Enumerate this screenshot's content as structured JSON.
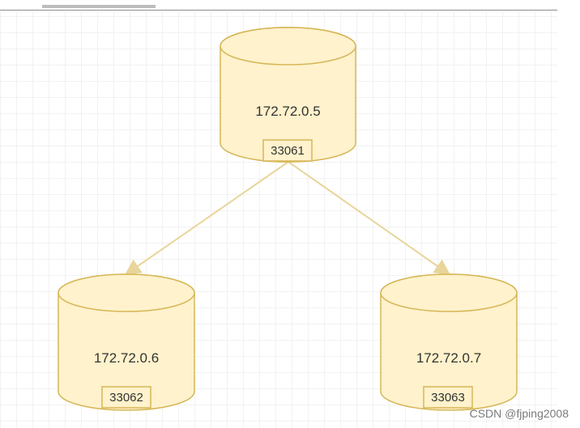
{
  "diagram": {
    "nodes": [
      {
        "id": "primary",
        "ip": "172.72.0.5",
        "port": "33061"
      },
      {
        "id": "replica1",
        "ip": "172.72.0.6",
        "port": "33062"
      },
      {
        "id": "replica2",
        "ip": "172.72.0.7",
        "port": "33063"
      }
    ],
    "edges": [
      {
        "from": "primary",
        "to": "replica1"
      },
      {
        "from": "primary",
        "to": "replica2"
      }
    ]
  },
  "watermark": "CSDN @fjping2008",
  "colors": {
    "node_fill": "#fff2cc",
    "node_stroke": "#d6b656",
    "edge": "#e8d59a",
    "grid": "#e5e5e5"
  }
}
